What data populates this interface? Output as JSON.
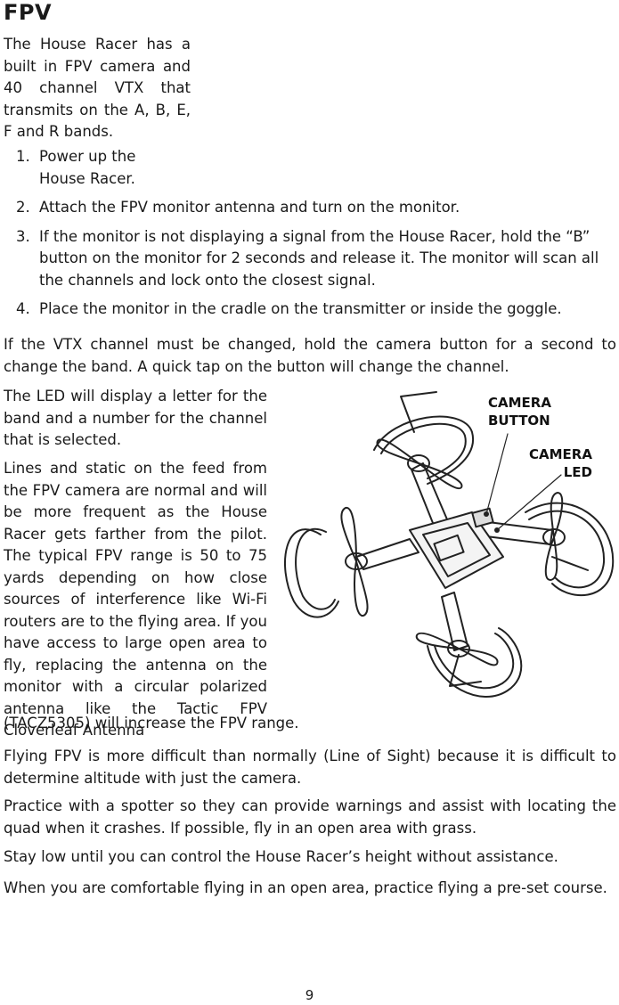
{
  "heading": "FPV",
  "intro": "The House Racer has a built in FPV camera and 40 channel VTX that transmits on the A, B, E, F and R bands.",
  "steps": [
    {
      "num": "1.",
      "text": "Power up the House Racer."
    },
    {
      "num": "2.",
      "text": "Attach the FPV monitor antenna and turn on the monitor."
    },
    {
      "num": "3.",
      "text": "If the monitor is not displaying a signal from the House Racer, hold the “B” button on the monitor for 2 seconds and release it. The monitor will scan all the channels and lock onto the closest signal."
    },
    {
      "num": "4.",
      "text": "Place the monitor in the cradle on the transmitter or inside the goggle."
    }
  ],
  "vtx_note": "If the VTX channel must be changed, hold the camera button for a second to change the band. A quick tap on the button will change the channel.",
  "led_note": "The LED will display a letter for the band and a number for the channel that is selected.",
  "lines_note": "Lines and static on the feed from the FPV camera are normal and will be more frequent as the House Racer gets farther from the pilot. The typical FPV range is 50 to 75 yards depending on how close sources of interference like Wi-Fi routers are to the flying area. If you have access to large open area to fly, replacing the antenna on the monitor with a circular polarized antenna like the Tactic FPV Cloverleaf Antenna",
  "lines_note_end": "(TACZ5305) will increase the FPV range.",
  "difficulty_note": "Flying FPV is more difficult than normally (Line of Sight) because it is difficult to determine altitude with just the camera.",
  "spotter_note": "Practice with a spotter so they can provide warnings and assist with locating the quad when it crashes. If possible, fly in an open area with grass.",
  "low_note": "Stay low until you can control the House Racer’s height without assistance.",
  "comfortable_note": "When you are comfortable flying in an open area, practice flying a pre-set course.",
  "callouts": {
    "camera_button": [
      "CAMERA",
      "BUTTON"
    ],
    "camera_led": [
      "CAMERA",
      "LED"
    ]
  },
  "page_number": "9"
}
